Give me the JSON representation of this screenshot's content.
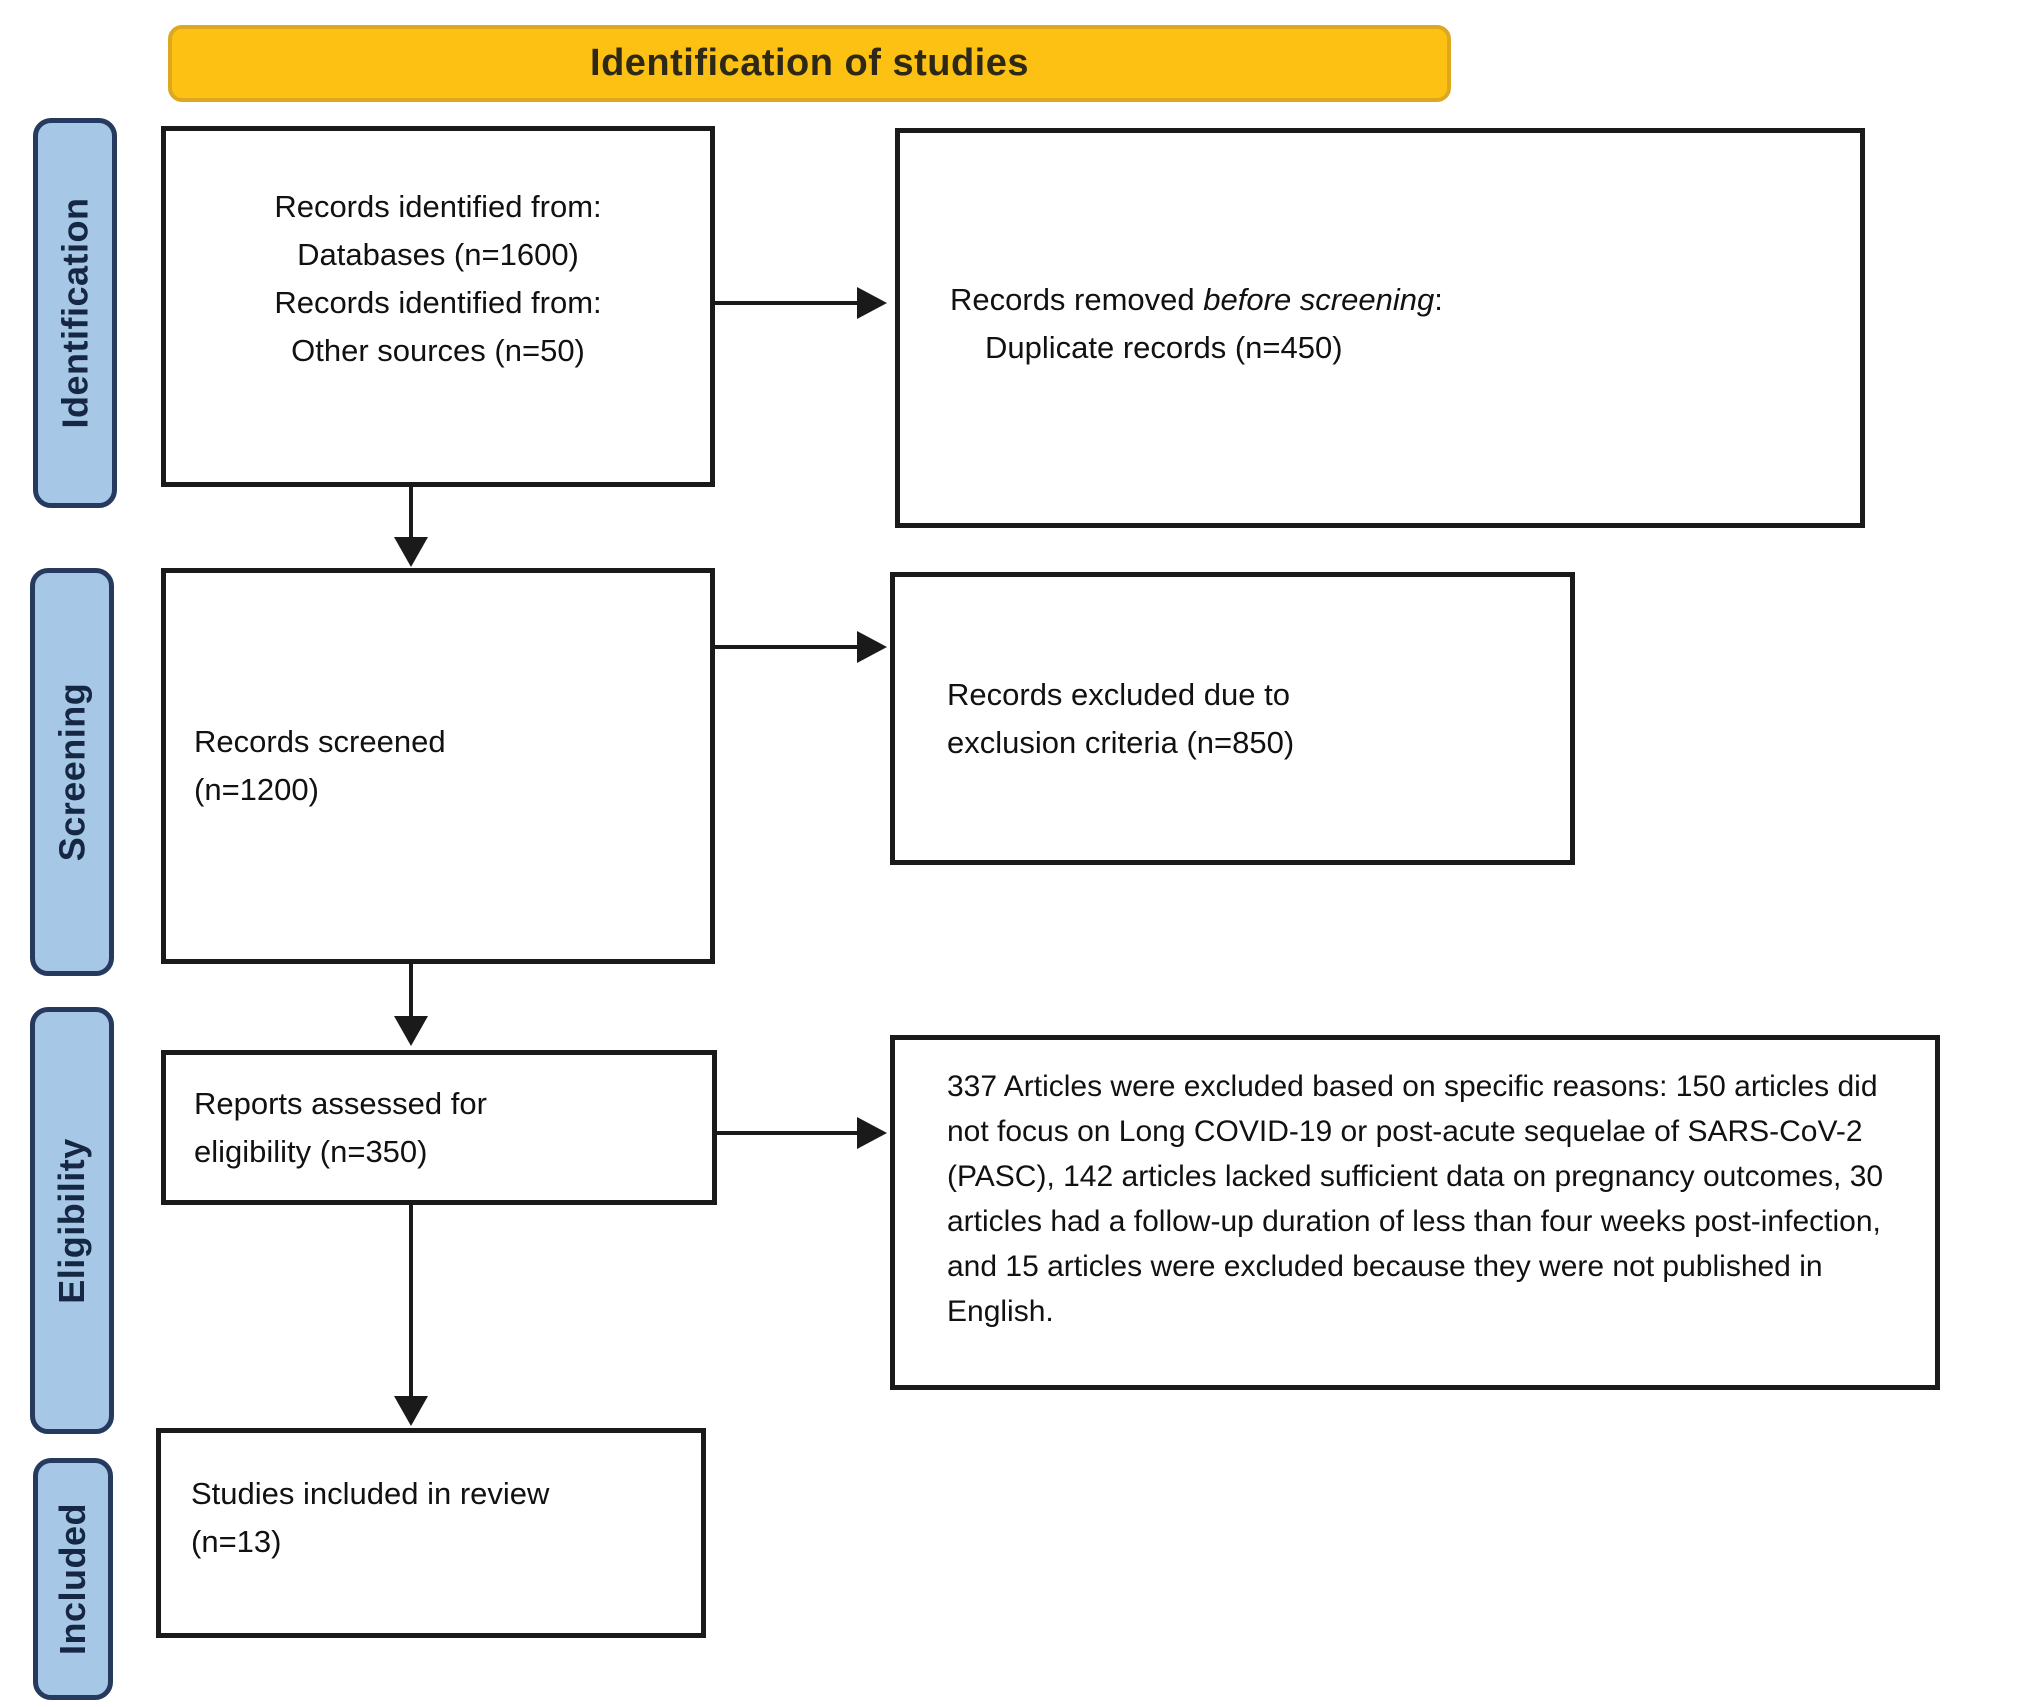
{
  "figure": {
    "banner_title": "Identification of studies"
  },
  "colors": {
    "banner_bg": "#FCC112",
    "banner_border": "#DDA71F",
    "stage_tab_bg": "#A7C7E7",
    "stage_tab_border": "#253A5E",
    "stage_tab_text": "#152743",
    "box_border": "#1A1A1A",
    "arrow": "#1A1A1A"
  },
  "sidebar": {
    "stages": [
      {
        "label": "Identification"
      },
      {
        "label": "Screening"
      },
      {
        "label": "Eligibility"
      },
      {
        "label": "Included"
      }
    ]
  },
  "boxes": {
    "records_identified": {
      "lines": [
        "Records identified from:",
        "Databases (n=1600)",
        "Records identified from:",
        "Other sources (n=50)"
      ]
    },
    "records_removed": {
      "prefix": "Records removed ",
      "emphasis": "before screening",
      "suffix": ":",
      "line2": "Duplicate records (n=450)"
    },
    "records_screened": {
      "lines": [
        "Records screened",
        "(n=1200)"
      ]
    },
    "records_excluded": {
      "lines": [
        "Records excluded due to",
        "exclusion criteria (n=850)"
      ]
    },
    "reports_assessed": {
      "lines": [
        "Reports assessed for",
        "eligibility (n=350)"
      ]
    },
    "articles_excluded_reasons": {
      "text": "337 Articles were excluded based on specific reasons: 150 articles did not focus on Long COVID-19 or post-acute sequelae of SARS-CoV-2 (PASC), 142 articles lacked sufficient data on pregnancy outcomes, 30 articles had a follow-up duration of less than four weeks post-infection, and 15 articles were excluded because they were not published in English."
    },
    "studies_included": {
      "lines": [
        "Studies included in review",
        "(n=13)"
      ]
    }
  }
}
